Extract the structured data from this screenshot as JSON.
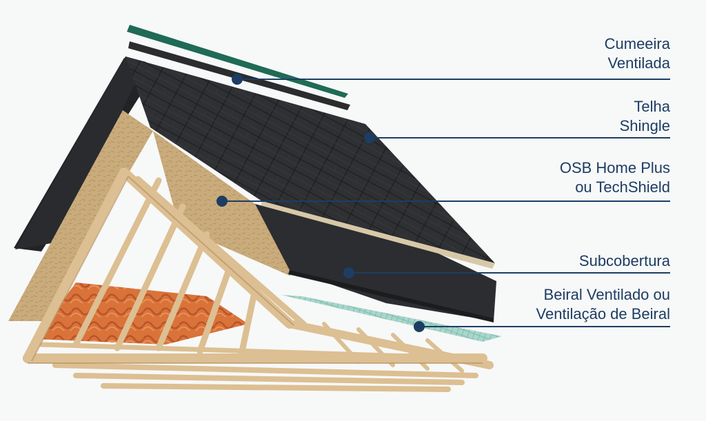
{
  "colors": {
    "background": "#f7f8f8",
    "label_text": "#1d3d63",
    "leader_line": "#1d3d63",
    "shingle": "#2f3033",
    "ridge_cap": "#1f6b55",
    "osb": "#c9ab7c",
    "timber": "#dcbf92",
    "insulation": "#d9733a",
    "vent_strip": "#9fd0c4"
  },
  "layers": [
    {
      "id": "ridge-vent",
      "lines": [
        "Cumeeira",
        "Ventilada"
      ]
    },
    {
      "id": "shingle",
      "lines": [
        "Telha",
        "Shingle"
      ]
    },
    {
      "id": "osb",
      "lines": [
        "OSB Home Plus",
        "ou TechShield"
      ]
    },
    {
      "id": "underlayment",
      "lines": [
        "Subcobertura"
      ]
    },
    {
      "id": "eave-vent",
      "lines": [
        "Beiral Ventilado ou",
        "Ventilação de Beiral"
      ]
    }
  ]
}
